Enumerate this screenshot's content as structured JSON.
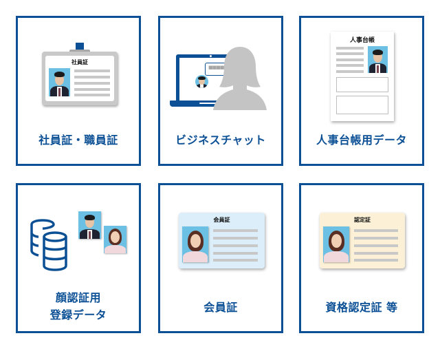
{
  "cards": [
    {
      "label": "社員証・職員証",
      "illustration": "employee-id-badge",
      "badge_title": "社員証"
    },
    {
      "label": "ビジネスチャット",
      "illustration": "laptop-chat-with-person-silhouette",
      "bubble_text": "■■■■■"
    },
    {
      "label": "人事台帳用データ",
      "illustration": "personnel-record-sheet",
      "sheet_title": "人事台帳"
    },
    {
      "label_lines": [
        "顔認証用",
        "登録データ"
      ],
      "illustration": "database-with-face-photos"
    },
    {
      "label": "会員証",
      "illustration": "membership-card",
      "card_title": "会員証"
    },
    {
      "label": "資格認定証 等",
      "illustration": "certification-card",
      "card_title": "認定証"
    }
  ],
  "colors": {
    "accent": "#0b4f95",
    "photo_bg": "#6cc0e3",
    "placeholder_line": "#c8c8c8",
    "badge_frame": "#c9c9c9",
    "member_card_bg": "#dbeef9",
    "cert_card_bg": "#fcf1d6",
    "silhouette": "#c4c4c4"
  }
}
